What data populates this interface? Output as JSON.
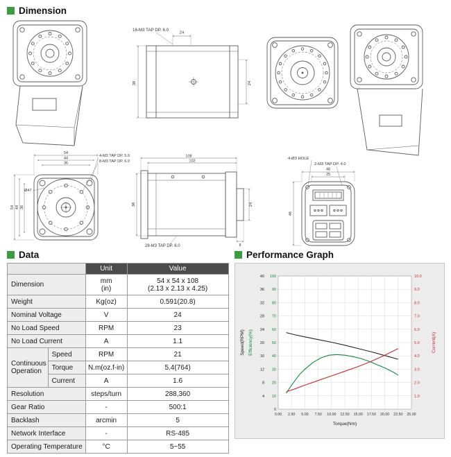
{
  "meta": {
    "accent_color": "#3a9e3c",
    "table_header_bg": "#4b4b4b",
    "table_label_bg": "#ededed"
  },
  "sections": {
    "dimension_title": "Dimension",
    "data_title": "Data",
    "performance_title": "Performance Graph"
  },
  "dimension_labels": {
    "tap16": "16-M3 TAP DP. 6.0",
    "tap4": "4-M3 TAP DP. 5.0",
    "tap8": "8-M3 TAP DP. 6.0",
    "tap28": "28-M3 TAP DP. 6.0",
    "hole4": "4-Ø3 HOLE",
    "tap2": "2-M3 TAP DP. 4.0",
    "dia47": "Ø47",
    "d108": "108",
    "d102": "102",
    "d54": "54",
    "d44": "44",
    "d36": "36",
    "d38": "38",
    "d24": "24",
    "d8": "8",
    "d48": "48",
    "d25": "25",
    "d46": "46"
  },
  "table": {
    "headers": {
      "unit": "Unit",
      "value": "Value"
    },
    "rows_top": [
      {
        "label": "Dimension",
        "unit": "mm\n(in)",
        "value": "54 x 54 x 108\n(2.13 x 2.13 x 4.25)"
      },
      {
        "label": "Weight",
        "unit": "Kg(oz)",
        "value": "0.591(20.8)"
      },
      {
        "label": "Nominal Voltage",
        "unit": "V",
        "value": "24"
      },
      {
        "label": "No Load Speed",
        "unit": "RPM",
        "value": "23"
      },
      {
        "label": "No Load Current",
        "unit": "A",
        "value": "1.1"
      }
    ],
    "group": {
      "label": "Continuous\nOperation",
      "rows": [
        {
          "sub": "Speed",
          "unit": "RPM",
          "value": "21"
        },
        {
          "sub": "Torque",
          "unit": "N.m(oz.f-in)",
          "value": "5.4(764)"
        },
        {
          "sub": "Current",
          "unit": "A",
          "value": "1.6"
        }
      ]
    },
    "rows_bottom": [
      {
        "label": "Resolution",
        "unit": "steps/turn",
        "value": "288,360"
      },
      {
        "label": "Gear Ratio",
        "unit": "-",
        "value": "500:1"
      },
      {
        "label": "Backlash",
        "unit": "arcmin",
        "value": "5"
      },
      {
        "label": "Network Interface",
        "unit": "-",
        "value": "RS-485"
      },
      {
        "label": "Operating Temperature",
        "unit": "°C",
        "value": "5~55"
      }
    ]
  },
  "chart_data": {
    "type": "line",
    "title": "",
    "xlabel": "Torque(Nm)",
    "xlim": [
      0,
      25
    ],
    "x_ticks": [
      "0.00",
      "2.50",
      "5.00",
      "7.50",
      "10.00",
      "12.50",
      "15.00",
      "17.50",
      "20.00",
      "22.50",
      "25.00"
    ],
    "grid": true,
    "plot_bg": "#ffffff",
    "panel_bg": "#ececec",
    "axes": {
      "speed": {
        "label": "Speed(RPM)",
        "color": "#222222",
        "lim": [
          0,
          40
        ],
        "ticks": [
          4,
          8,
          12,
          16,
          20,
          24,
          28,
          32,
          36,
          40
        ]
      },
      "efficiency": {
        "label": "Efficiency(%)",
        "color": "#0d8a3c",
        "lim": [
          0,
          100
        ],
        "ticks": [
          10,
          20,
          30,
          40,
          50,
          60,
          70,
          80,
          90,
          100
        ]
      },
      "current": {
        "label": "Current(A)",
        "color": "#cc2936",
        "lim": [
          0,
          10
        ],
        "ticks": [
          1,
          2,
          3,
          4,
          5,
          6,
          7,
          8,
          9,
          10
        ]
      }
    },
    "series": [
      {
        "name": "Speed",
        "axis": "speed",
        "color": "#222222",
        "points": [
          [
            1.5,
            23
          ],
          [
            3,
            22.4
          ],
          [
            5,
            21.7
          ],
          [
            7.5,
            20.9
          ],
          [
            10,
            20.1
          ],
          [
            12.5,
            19.2
          ],
          [
            15,
            18.2
          ],
          [
            17.5,
            17.2
          ],
          [
            20,
            16.1
          ],
          [
            22.5,
            15
          ]
        ]
      },
      {
        "name": "Efficiency",
        "axis": "efficiency",
        "color": "#0d8a3c",
        "points": [
          [
            1.5,
            12
          ],
          [
            2.5,
            18
          ],
          [
            4,
            26
          ],
          [
            5,
            30
          ],
          [
            6.5,
            35
          ],
          [
            8,
            38.5
          ],
          [
            9.5,
            40.5
          ],
          [
            11,
            41
          ],
          [
            12.5,
            40.5
          ],
          [
            14,
            39.5
          ],
          [
            15.5,
            38
          ],
          [
            17,
            36
          ],
          [
            18.5,
            33.5
          ],
          [
            20,
            31
          ],
          [
            21.5,
            28
          ],
          [
            22.5,
            25.5
          ]
        ]
      },
      {
        "name": "Current",
        "axis": "current",
        "color": "#cc2936",
        "points": [
          [
            1.5,
            1.3
          ],
          [
            3,
            1.5
          ],
          [
            5,
            1.8
          ],
          [
            7.5,
            2.15
          ],
          [
            10,
            2.5
          ],
          [
            12.5,
            2.85
          ],
          [
            15,
            3.2
          ],
          [
            17.5,
            3.6
          ],
          [
            20,
            4.05
          ],
          [
            22.5,
            4.55
          ]
        ]
      }
    ]
  }
}
